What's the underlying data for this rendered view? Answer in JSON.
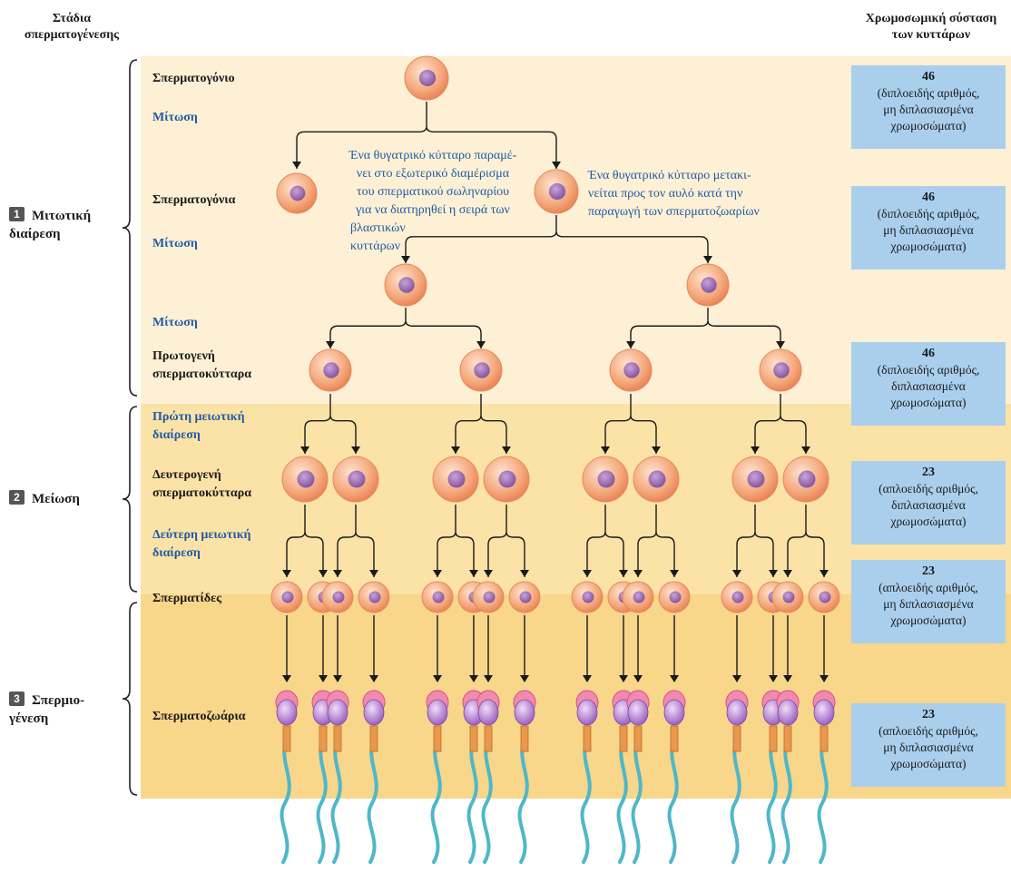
{
  "headers": {
    "left": [
      "Στάδια",
      "σπερματογένεσης"
    ],
    "right": [
      "Χρωμοσωμική σύσταση",
      "των κυττάρων"
    ]
  },
  "stages": [
    {
      "num": "1",
      "lines": [
        "Μιτωτική",
        "διαίρεση"
      ]
    },
    {
      "num": "2",
      "lines": [
        "Μείωση"
      ]
    },
    {
      "num": "3",
      "lines": [
        "Σπερμιο-",
        "γένεση"
      ]
    }
  ],
  "rows": {
    "spermatogonium": "Σπερματογόνιο",
    "mitosis1": "Μίτωση",
    "spermatogonia": "Σπερματογόνια",
    "mitosis2": "Μίτωση",
    "mitosis3": "Μίτωση",
    "primary": [
      "Πρωτογενή",
      "σπερματοκύτταρα"
    ],
    "meiosis1": [
      "Πρώτη μειωτική",
      "διαίρεση"
    ],
    "secondary": [
      "Δευτερογενή",
      "σπερματοκύτταρα"
    ],
    "meiosis2": [
      "Δεύτερη μειωτική",
      "διαίρεση"
    ],
    "spermatids": "Σπερματίδες",
    "spermatozoa": "Σπερματοζωάρια"
  },
  "notes": {
    "left": [
      "Ένα θυγατρικό κύτταρο παραμέ-",
      "νει στο εξωτερικό διαμέρισμα",
      "του σπερματικού σωληναρίου",
      "για να διατηρηθεί η σειρά των",
      "βλαστικών",
      "κυττάρων"
    ],
    "right": [
      "Ένα θυγατρικό κύτταρο μετακι-",
      "νείται προς τον αυλό κατά την",
      "παραγωγή των σπερματοζωαρίων"
    ]
  },
  "chromosome_boxes": [
    {
      "count": "46",
      "lines": [
        "(διπλοειδής αριθμός,",
        "μη διπλασιασμένα",
        "χρωμοσώματα)"
      ]
    },
    {
      "count": "46",
      "lines": [
        "(διπλοειδής αριθμός,",
        "μη διπλασιασμένα",
        "χρωμοσώματα)"
      ]
    },
    {
      "count": "46",
      "lines": [
        "(διπλοειδής αριθμός,",
        "διπλασιασμένα",
        "χρωμοσώματα)"
      ]
    },
    {
      "count": "23",
      "lines": [
        "(απλοειδής αριθμός,",
        "διπλασιασμένα",
        "χρωμοσώματα)"
      ]
    },
    {
      "count": "23",
      "lines": [
        "(απλοειδής αριθμός,",
        "μη διπλασιασμένα",
        "χρωμοσώματα)"
      ]
    },
    {
      "count": "23",
      "lines": [
        "(απλοειδής αριθμός,",
        "μη διπλασιασμένα",
        "χρωμοσώματα)"
      ]
    }
  ],
  "colors": {
    "band1": "#fdf0d5",
    "band2": "#fbe2a6",
    "band3": "#f8d68a",
    "cell": "#f4a77a",
    "nucleus": "#9b6bb0",
    "chrom_box": "#a9cfec",
    "label_blue": "#1f5aa6"
  }
}
